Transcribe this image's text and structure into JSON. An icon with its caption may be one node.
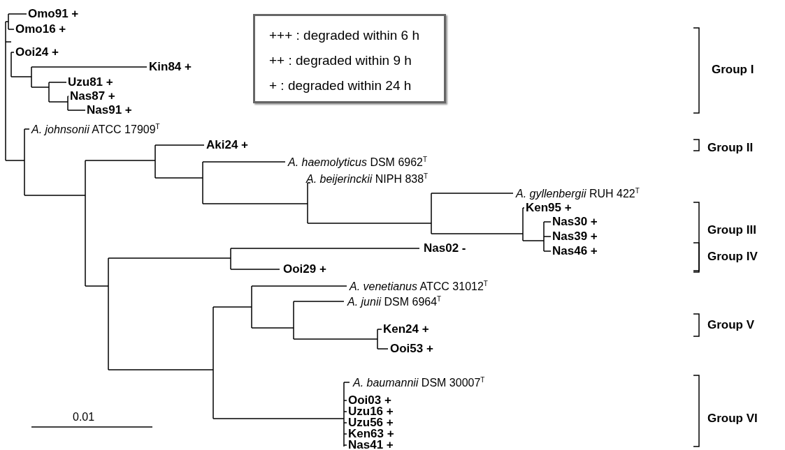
{
  "diagram": {
    "labels": [
      "Omo91 +",
      "Omo16 +",
      "Ooi24 +",
      "Kin84 +",
      "Group I",
      "Uzu81 +",
      "Nas87 +",
      "Nas91 +",
      "*A. johnsonii* ATCC 17909$^{T}$",
      "Aki24 +",
      "Group II",
      "*A. haemolyticus* DSM 6962$^{T}$",
      "*A. beijerinckii* NIPH 838$^{T}$",
      "*A. gyllenbergii* RUH 422$^{T}$",
      "Ken95 +",
      "Nas30 +",
      "Group III",
      "Nas39 +",
      "Nas02 -",
      "Nas46 +",
      "Group IV",
      "Ooi29 +",
      "*A. venetianus* ATCC 31012$^{T}$",
      "*A. junii* DSM 6964$^{T}$",
      "Ken24 +",
      "Group V",
      "Ooi53 +",
      "*A. baumannii* DSM 30007$^{T}$",
      "Ooi03 +",
      "Uzu16 +",
      "Uzu56 +",
      "Group VI",
      "Ken63 +",
      "Nas41 +",
      "0.01"
    ],
    "legend": [
      {
        "text": "+++ : degraded within 6 h"
      },
      {
        "text": "++ : degraded within 9 h"
      },
      {
        "text": "+ : degraded within 24 h"
      }
    ]
  }
}
